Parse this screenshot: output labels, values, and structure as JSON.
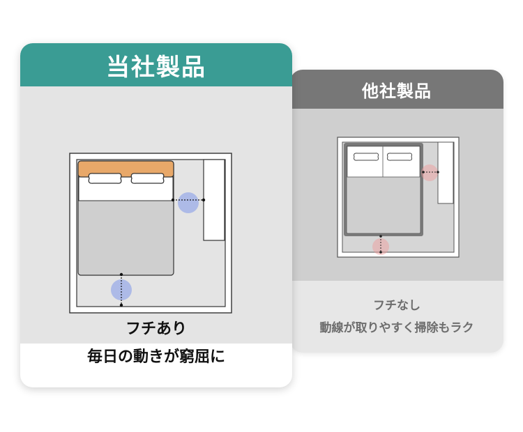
{
  "colors": {
    "ours_header": "#3a9c94",
    "other_header": "#777777",
    "frame_fill": "#e8a869",
    "mattress": "#cfcfcf",
    "highlight_blue": "#5b7bea",
    "highlight_red": "#f08080"
  },
  "ours": {
    "title": "当社製品",
    "caption_line1": "フチあり",
    "caption_line2": "毎日の動きが窮屈に"
  },
  "other": {
    "title": "他社製品",
    "caption_line1": "フチなし",
    "caption_line2": "動線が取りやすく掃除もラク"
  }
}
